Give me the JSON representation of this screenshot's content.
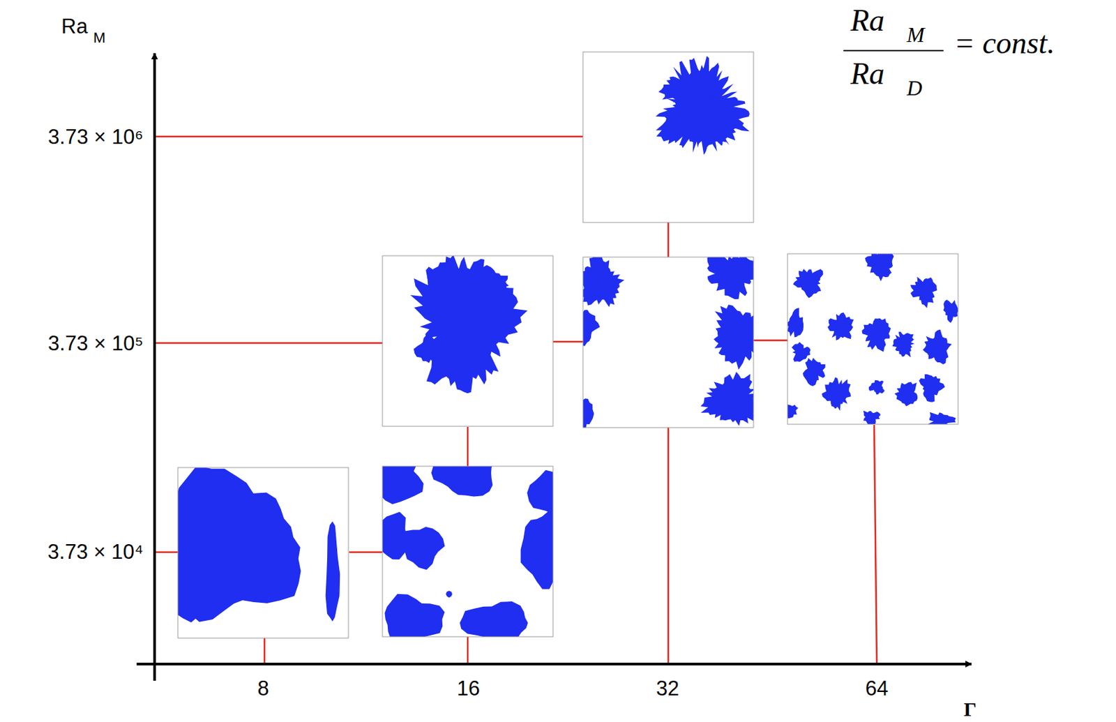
{
  "diagram": {
    "labels": [
      "Ra",
      "M",
      "3.73 × 10⁶",
      "3.73 × 10⁵",
      "3.73 × 10⁴",
      "8",
      "16",
      "32",
      "64",
      "Γ",
      "Ra",
      "M",
      "Ra",
      "D",
      "= const."
    ]
  }
}
